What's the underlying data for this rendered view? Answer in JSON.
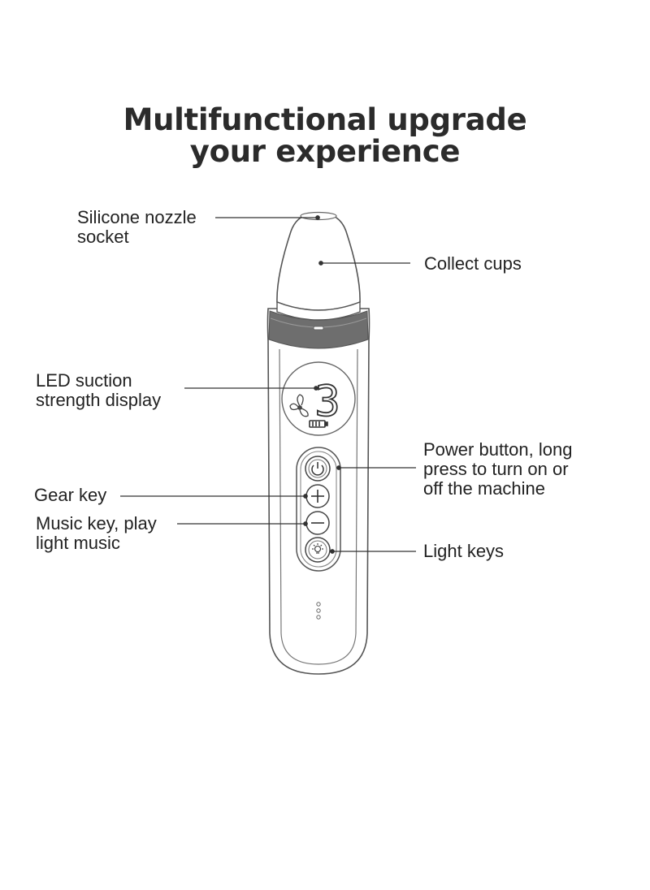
{
  "title": {
    "line1": "Multifunctional upgrade",
    "line2": "your experience"
  },
  "labels": {
    "nozzle": [
      "Silicone nozzle",
      "socket"
    ],
    "collect": [
      "Collect cups"
    ],
    "led": [
      "LED suction",
      "strength display"
    ],
    "power": [
      "Power button, long",
      "press to turn on or",
      "off the machine"
    ],
    "gear": [
      "Gear key"
    ],
    "music": [
      "Music key, play",
      "light music"
    ],
    "light": [
      "Light keys"
    ]
  },
  "display": {
    "digit": "3"
  },
  "colors": {
    "outline": "#555555",
    "ring": "#6e6e6e",
    "text": "#222222"
  }
}
